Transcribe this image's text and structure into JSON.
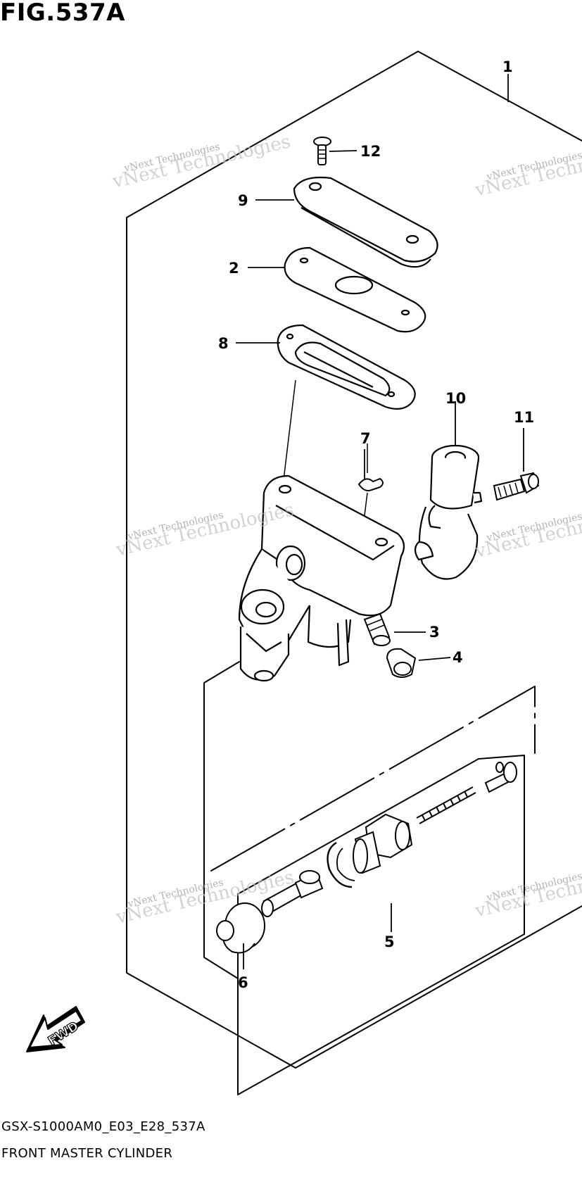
{
  "figure": {
    "title": "FIG.537A",
    "model_code": "GSX-S1000AM0_E03_E28_537A",
    "assembly_name": "FRONT MASTER CYLINDER",
    "direction_label": "FWD"
  },
  "callouts": [
    "1",
    "2",
    "3",
    "4",
    "5",
    "6",
    "7",
    "8",
    "9",
    "10",
    "11",
    "12"
  ],
  "watermark": {
    "line1": "vNext Technologies",
    "line2": "vNext Technologies"
  }
}
